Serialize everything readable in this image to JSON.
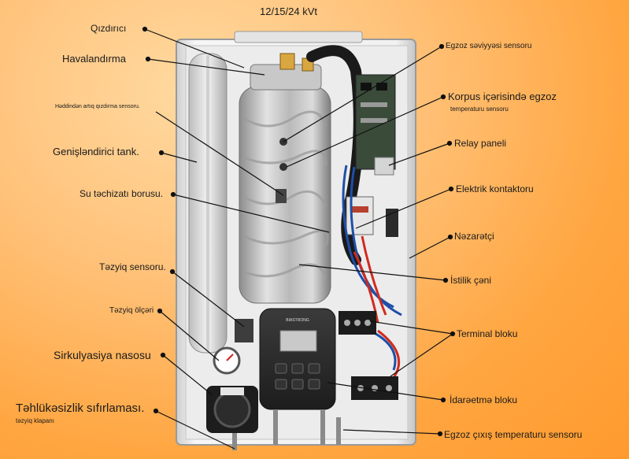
{
  "title": "12/15/24 kVt",
  "labels": {
    "qizdirici": "Qızdırıcı",
    "havalandirma": "Havalandırma",
    "heddinden": "Həddindən artıq qızdırma sensoru.",
    "genislendirici": "Genişləndirici tank.",
    "su_techizati": "Su təchizatı borusu.",
    "tezyiq_sensoru": "Təzyiq sensoru.",
    "tezyiq_olcer": "Təzyiq ölçəri",
    "sirkulyasiya": "Sirkulyasiya nasosu",
    "tehlukesizlik": "Təhlükəsizlik sıfırlaması.",
    "tezyiq_klapan": "təzyiq klapanı",
    "egzoz_seviyye": "Egzoz səviyyəsi sensoru",
    "korpus_line1": "Korpus içərisində egzoz",
    "korpus_line2": "temperaturu sensoru",
    "relay": "Relay paneli",
    "kontaktor": "Elektrik kontaktoru",
    "nezaretci": "Nəzarətçi",
    "istilik": "İstilik çəni",
    "terminal": "Terminal bloku",
    "idareetme": "İdarəetmə bloku",
    "egzoz_cixis": "Egzoz çıxış temperaturu sensoru"
  },
  "device": {
    "brand_text": "BIASTRONG"
  },
  "colors": {
    "background": "#ffa641",
    "cabinet": "#f4f4f4",
    "control_panel": "#2b2b2b",
    "lcd": "#c9c9c9",
    "cable_red": "#d12a1f",
    "cable_blue": "#1d4fa8"
  }
}
